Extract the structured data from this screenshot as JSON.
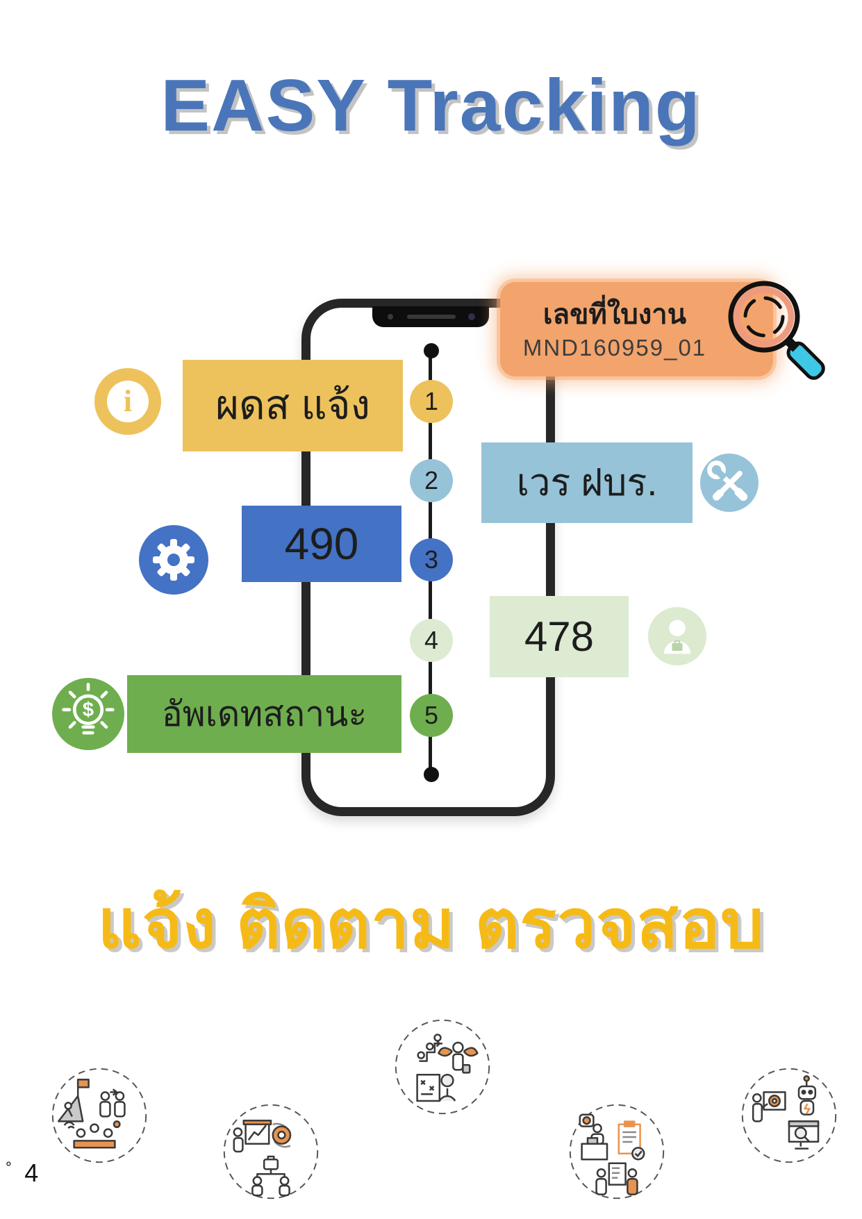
{
  "title": "EASY Tracking",
  "callout": {
    "label": "เลขที่ใบงาน",
    "value": "MND160959_01",
    "icon": "magnifier-icon"
  },
  "steps": [
    {
      "num": "1",
      "label": "ผดส แจ้ง",
      "side": "left",
      "icon": "info-icon",
      "color": "#edc25c"
    },
    {
      "num": "2",
      "label": "เวร ฝบร.",
      "side": "right",
      "icon": "tools-icon",
      "color": "#96c3d8"
    },
    {
      "num": "3",
      "label": "490",
      "side": "left",
      "icon": "gear-icon",
      "color": "#4472c4"
    },
    {
      "num": "4",
      "label": "478",
      "side": "right",
      "icon": "person-icon",
      "color": "#dcebd1"
    },
    {
      "num": "5",
      "label": "อัพเดทสถานะ",
      "side": "left",
      "icon": "idea-icon",
      "color": "#6fae4e"
    }
  ],
  "tagline": "แจ้ง ติดตาม ตรวจสอบ",
  "footer": {
    "bullet": "°",
    "page": "4"
  },
  "bottom_icons": [
    {
      "name": "teamwork-goal-icon"
    },
    {
      "name": "presentation-process-icon"
    },
    {
      "name": "career-growth-icon"
    },
    {
      "name": "task-review-icon"
    },
    {
      "name": "automation-robot-icon"
    }
  ],
  "colors": {
    "title_blue": "#4a76b9",
    "yellow": "#edc25c",
    "light_blue": "#96c3d8",
    "royal_blue": "#4472c4",
    "pale_green": "#dcebd1",
    "green": "#6fae4e",
    "orange": "#f2a46c",
    "tagline_yellow": "#f6ba17",
    "doodle_accent": "#e8944f"
  }
}
